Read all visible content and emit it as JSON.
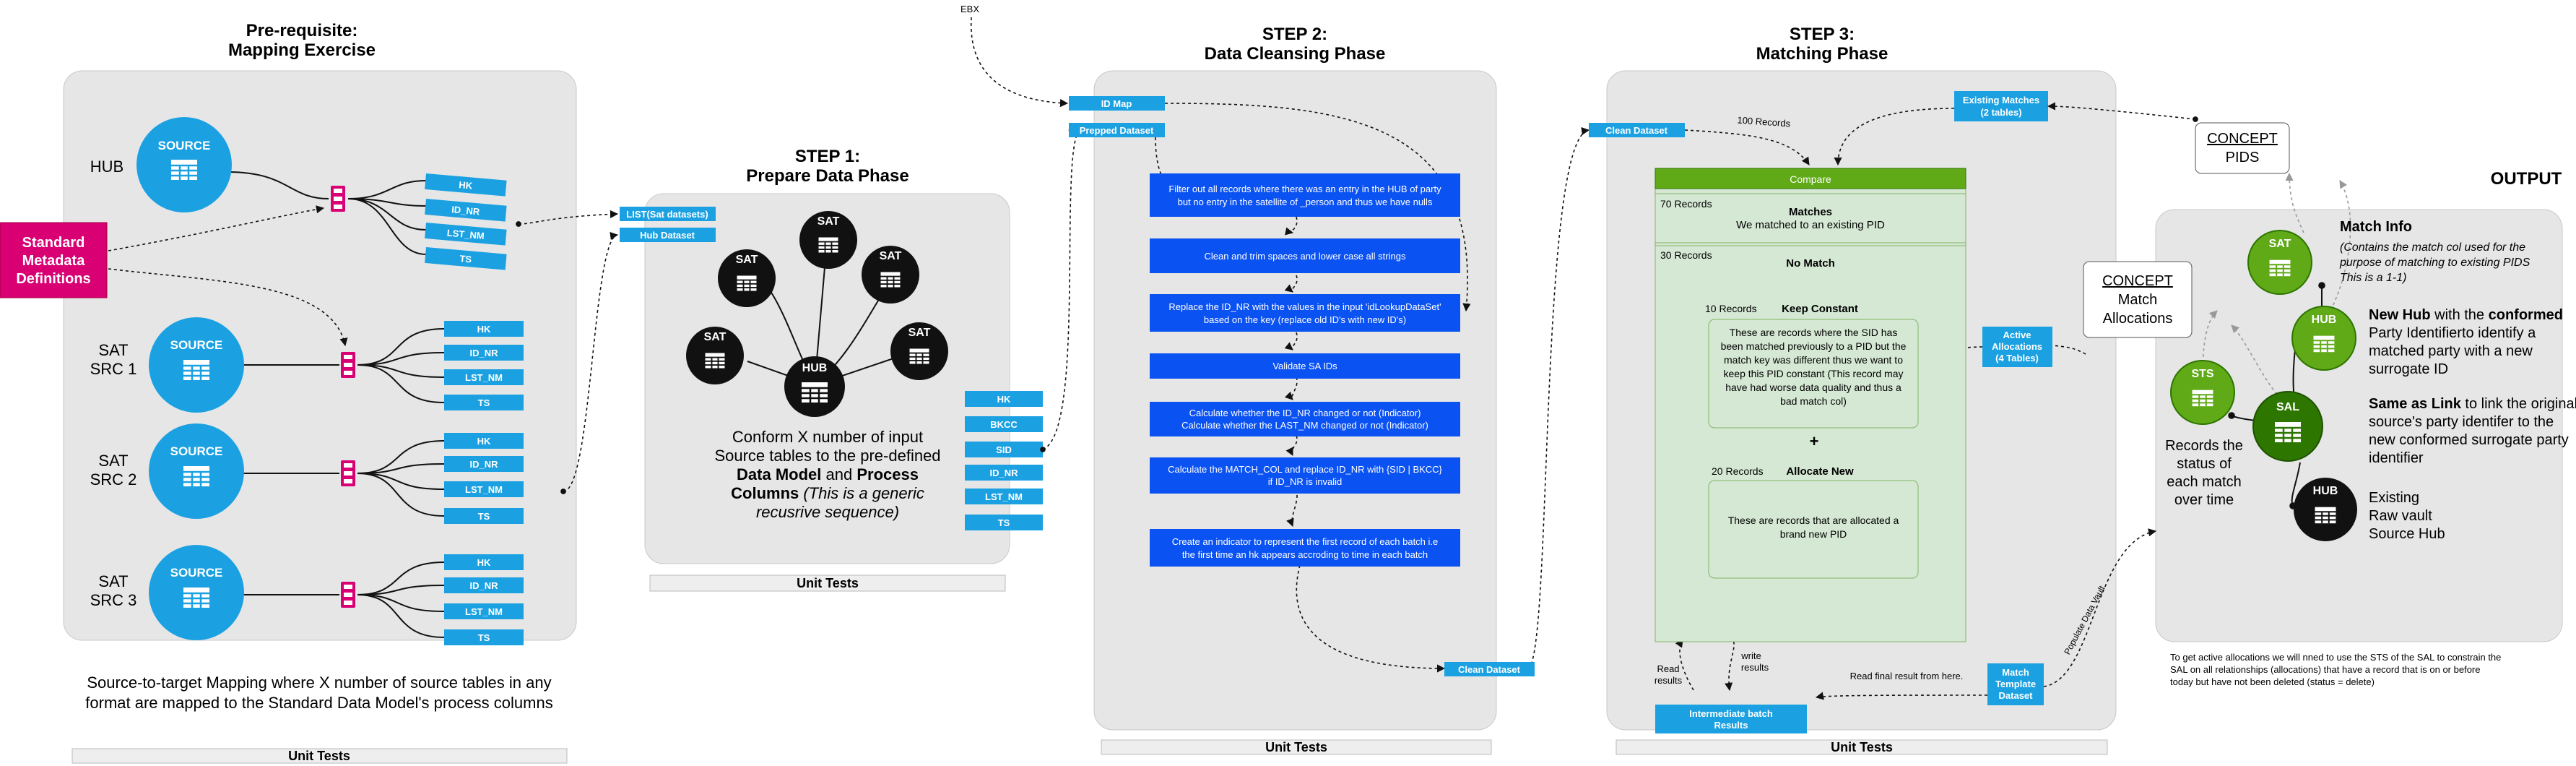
{
  "colors": {
    "panel": "#e6e6e6",
    "panel_border": "#c8c8c8",
    "blue": "#1ba1e2",
    "blue_dark": "#1a64c8",
    "process_blue": "#0b52f2",
    "green": "#60a917",
    "green_dark": "#2d7600",
    "green_light": "#d5e8d4",
    "green_border": "#82b366",
    "magenta": "#d80073",
    "black": "#111111",
    "white": "#ffffff"
  },
  "icons": {
    "table": "table-grid-icon",
    "connector": "many-to-one-connector-icon"
  },
  "phases": {
    "prereq": {
      "title": "Pre-requisite:",
      "subtitle": "Mapping Exercise",
      "hub_label": "HUB",
      "source_label": "SOURCE",
      "sat_labels": [
        [
          "SAT",
          "SRC 1"
        ],
        [
          "SAT",
          "SRC 2"
        ],
        [
          "SAT",
          "SRC 3"
        ]
      ],
      "hub_fields": [
        "HK",
        "ID_NR",
        "LST_NM",
        "TS"
      ],
      "sat_fields": [
        "HK",
        "ID_NR",
        "LST_NM",
        "TS"
      ],
      "description": [
        "Source-to-target Mapping where X number of source tables in any",
        "format are mapped to the Standard Data Model's process columns"
      ],
      "unit_tests": "Unit Tests"
    },
    "metadata": {
      "lines": [
        "Standard",
        "Metadata",
        "Definitions"
      ]
    },
    "step1": {
      "title": "STEP 1:",
      "subtitle": "Prepare Data Phase",
      "hub": "HUB",
      "sat": "SAT",
      "desc_1": "Conform X number of input",
      "desc_2": "Source tables to the pre-defined",
      "desc_3a": "Data Model",
      "desc_3b": " and ",
      "desc_3c": "Process",
      "desc_4a": "Columns",
      "desc_4b": " (This is a generic",
      "desc_5": "recusrive sequence)",
      "inputs": [
        "LIST(Sat datasets)",
        "Hub Dataset"
      ],
      "columns": [
        "HK",
        "BKCC",
        "SID",
        "ID_NR",
        "LST_NM",
        "TS"
      ],
      "unit_tests": "Unit Tests"
    },
    "step2": {
      "title": "STEP 2:",
      "subtitle": "Data Cleansing Phase",
      "ebx": "EBX",
      "id_map": "ID Map",
      "prepped": "Prepped Dataset",
      "steps": [
        [
          "Filter out all records where there was an entry in the HUB of party",
          "but no entry in the satellite of _person and thus we have nulls"
        ],
        [
          "Clean and trim spaces and lower case all strings"
        ],
        [
          "Replace the ID_NR with the values in the input 'idLookupDataSet'",
          "based on the key (replace old ID's with new ID's)"
        ],
        [
          "Validate SA IDs"
        ],
        [
          "Calculate whether the ID_NR changed or not (Indicator)",
          "Calculate whether the LAST_NM changed or not (Indicator)"
        ],
        [
          "Calculate the MATCH_COL and replace ID_NR with {SID | BKCC}",
          "if ID_NR is invalid"
        ],
        [
          "Create an indicator to represent the first record of each batch i.e",
          "the first time an hk appears accroding to time in each batch"
        ]
      ],
      "clean_output": "Clean Dataset",
      "unit_tests": "Unit Tests"
    },
    "step3": {
      "title": "STEP 3:",
      "subtitle": "Matching Phase",
      "clean_input": "Clean Dataset",
      "records_100": "100 Records",
      "existing_matches": [
        "Existing Matches",
        "(2 tables)"
      ],
      "compare": "Compare",
      "records_70": "70 Records",
      "matches_title": "Matches",
      "matches_desc": "We matched to an existing PID",
      "records_30": "30 Records",
      "no_match": "No Match",
      "records_10": "10 Records",
      "keep_constant": "Keep Constant",
      "keep_desc": [
        "These are records where the SID has",
        "been matched previously to a PID but the",
        "match key was different thus we want to",
        "keep this PID constant (This record may",
        "have had worse data quality and thus a",
        "bad match col)"
      ],
      "plus": "+",
      "records_20": "20 Records",
      "allocate_new": "Allocate New",
      "allocate_desc": [
        "These are records that are allocated a",
        "brand new PID"
      ],
      "active_alloc": [
        "Active",
        "Allocations",
        "(4 Tables)"
      ],
      "intermediate": [
        "Intermediate batch",
        "Results"
      ],
      "match_template": [
        "Match",
        "Template",
        "Dataset"
      ],
      "read_results": [
        "Read",
        "results"
      ],
      "write_results": [
        "write",
        "results"
      ],
      "read_final": "Read final result from here.",
      "populate_vault": "Populate Data Vault",
      "unit_tests": "Unit Tests"
    },
    "output": {
      "title": "OUTPUT",
      "concept_pids": [
        "CONCEPT",
        "PIDS"
      ],
      "concept_alloc": [
        "CONCEPT",
        "Match",
        "Allocations"
      ],
      "sat": "SAT",
      "hub": "HUB",
      "sts": "STS",
      "sal": "SAL",
      "hub_black": "HUB",
      "match_info": "Match Info",
      "match_info_desc": [
        "(Contains the match col used for the",
        "purpose of matching to existing PIDS",
        "This is a 1-1)"
      ],
      "new_hub_a": "New Hub",
      "new_hub_b": " with the ",
      "new_hub_c": "conformed",
      "new_hub_rest": [
        "Party Identifierto identify a",
        "matched party with a new",
        "surrogate ID"
      ],
      "same_link_a": "Same as Link",
      "same_link_b": " to link the original",
      "same_link_rest": [
        "source's party identifer to the",
        "new conformed surrogate party",
        "identifier"
      ],
      "sts_desc": [
        "Records the",
        "status of",
        "each match",
        "over time"
      ],
      "existing": [
        "Existing",
        "Raw vault",
        "Source Hub"
      ],
      "note": [
        "To get active allocations we will nned to use the STS of the SAL to constrain the",
        "SAL on all relationships (allocations) that have a record that is on or before",
        "today but have not been deleted (status = delete)"
      ]
    }
  }
}
